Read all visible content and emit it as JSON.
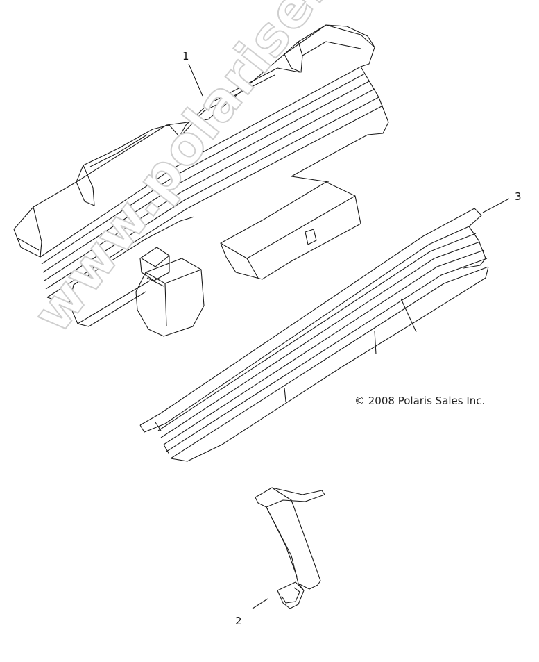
{
  "callouts": {
    "part_1": "1",
    "part_2": "2",
    "part_3": "3"
  },
  "copyright": "© 2008 Polaris Sales Inc.",
  "watermark": "www.polarisersatzteile.de",
  "colors": {
    "line": "#1a1a1a",
    "watermark_stroke": "#cfcfcf",
    "background": "#ffffff"
  }
}
